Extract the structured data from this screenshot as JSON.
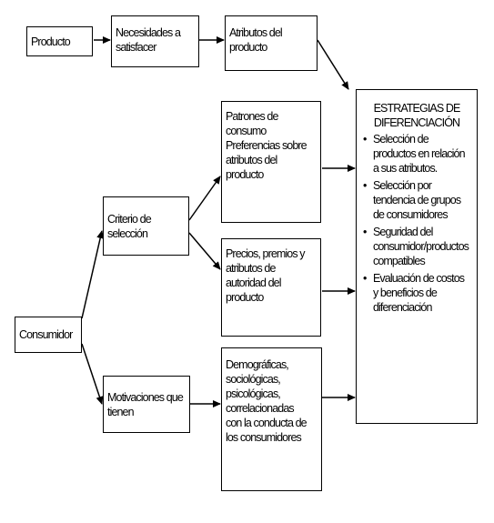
{
  "nodes": {
    "producto": "Producto",
    "necesidades": "Necesidades a\nsatisfacer",
    "atributos_producto": "Atributos del\nproducto",
    "criterio": "Criterio de\nselección",
    "consumidor": "Consumidor",
    "motivaciones": "Motivaciones que\ntienen",
    "patrones": "Patrones de\nconsumo\nPreferencias sobre\natributos del\nproducto",
    "precios": "Precios, premios y\natributos de\nautoridad del\nproducto",
    "demograficas": "Demográficas,\nsociológicas,\npsicológicas,\ncorrelacionadas\ncon la conducta de\nlos consumidores"
  },
  "strategies": {
    "title": "ESTRATEGIAS DE\nDIFERENCIACIÓN",
    "items": [
      "Selección de\nproductos en relación\na sus atributos.",
      "Selección por\ntendencia de grupos\nde consumidores",
      "Seguridad del\nconsumidor/productos\ncompatibles",
      "Evaluación de costos\ny beneficios de\ndiferenciación"
    ]
  }
}
